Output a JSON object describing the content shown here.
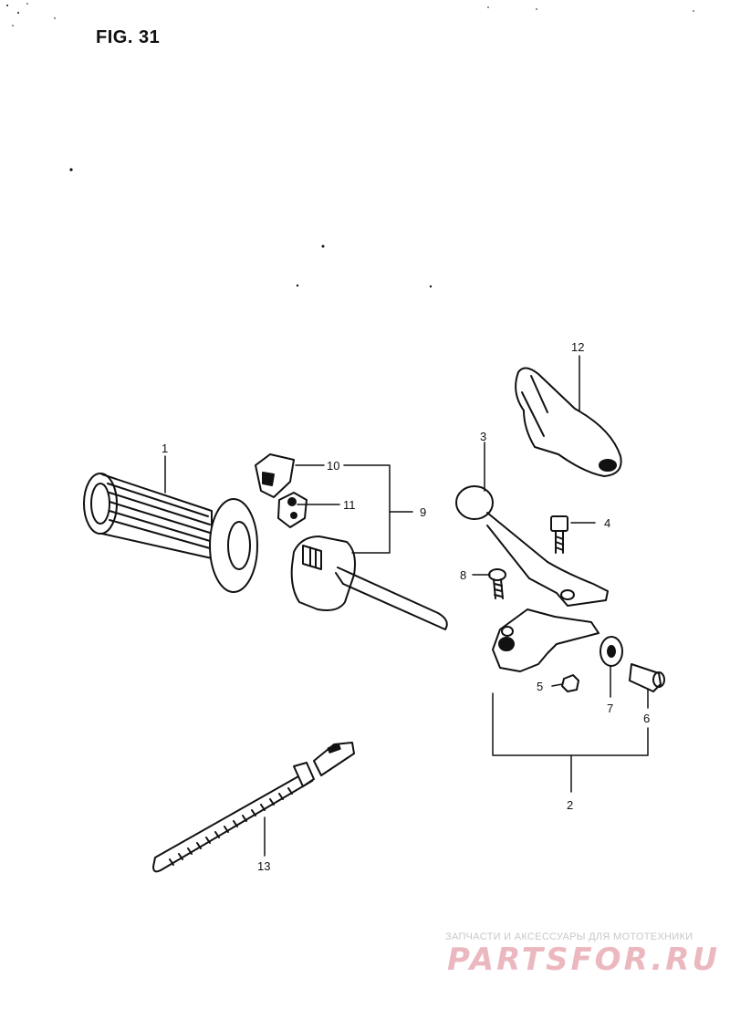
{
  "figure": {
    "title": "FIG. 31",
    "callouts": [
      {
        "id": "1",
        "label": "1"
      },
      {
        "id": "2",
        "label": "2"
      },
      {
        "id": "3",
        "label": "3"
      },
      {
        "id": "4",
        "label": "4"
      },
      {
        "id": "5",
        "label": "5"
      },
      {
        "id": "6",
        "label": "6"
      },
      {
        "id": "7",
        "label": "7"
      },
      {
        "id": "8",
        "label": "8"
      },
      {
        "id": "9",
        "label": "9"
      },
      {
        "id": "10",
        "label": "10"
      },
      {
        "id": "11",
        "label": "11"
      },
      {
        "id": "12",
        "label": "12"
      },
      {
        "id": "13",
        "label": "13"
      }
    ]
  },
  "watermark": {
    "caption": "ЗАПЧАСТИ И АКСЕССУАРЫ ДЛЯ МОТОТЕХНИКИ",
    "brand": "PARTSFOR.RU",
    "brand_color": "#ecb8bf"
  }
}
